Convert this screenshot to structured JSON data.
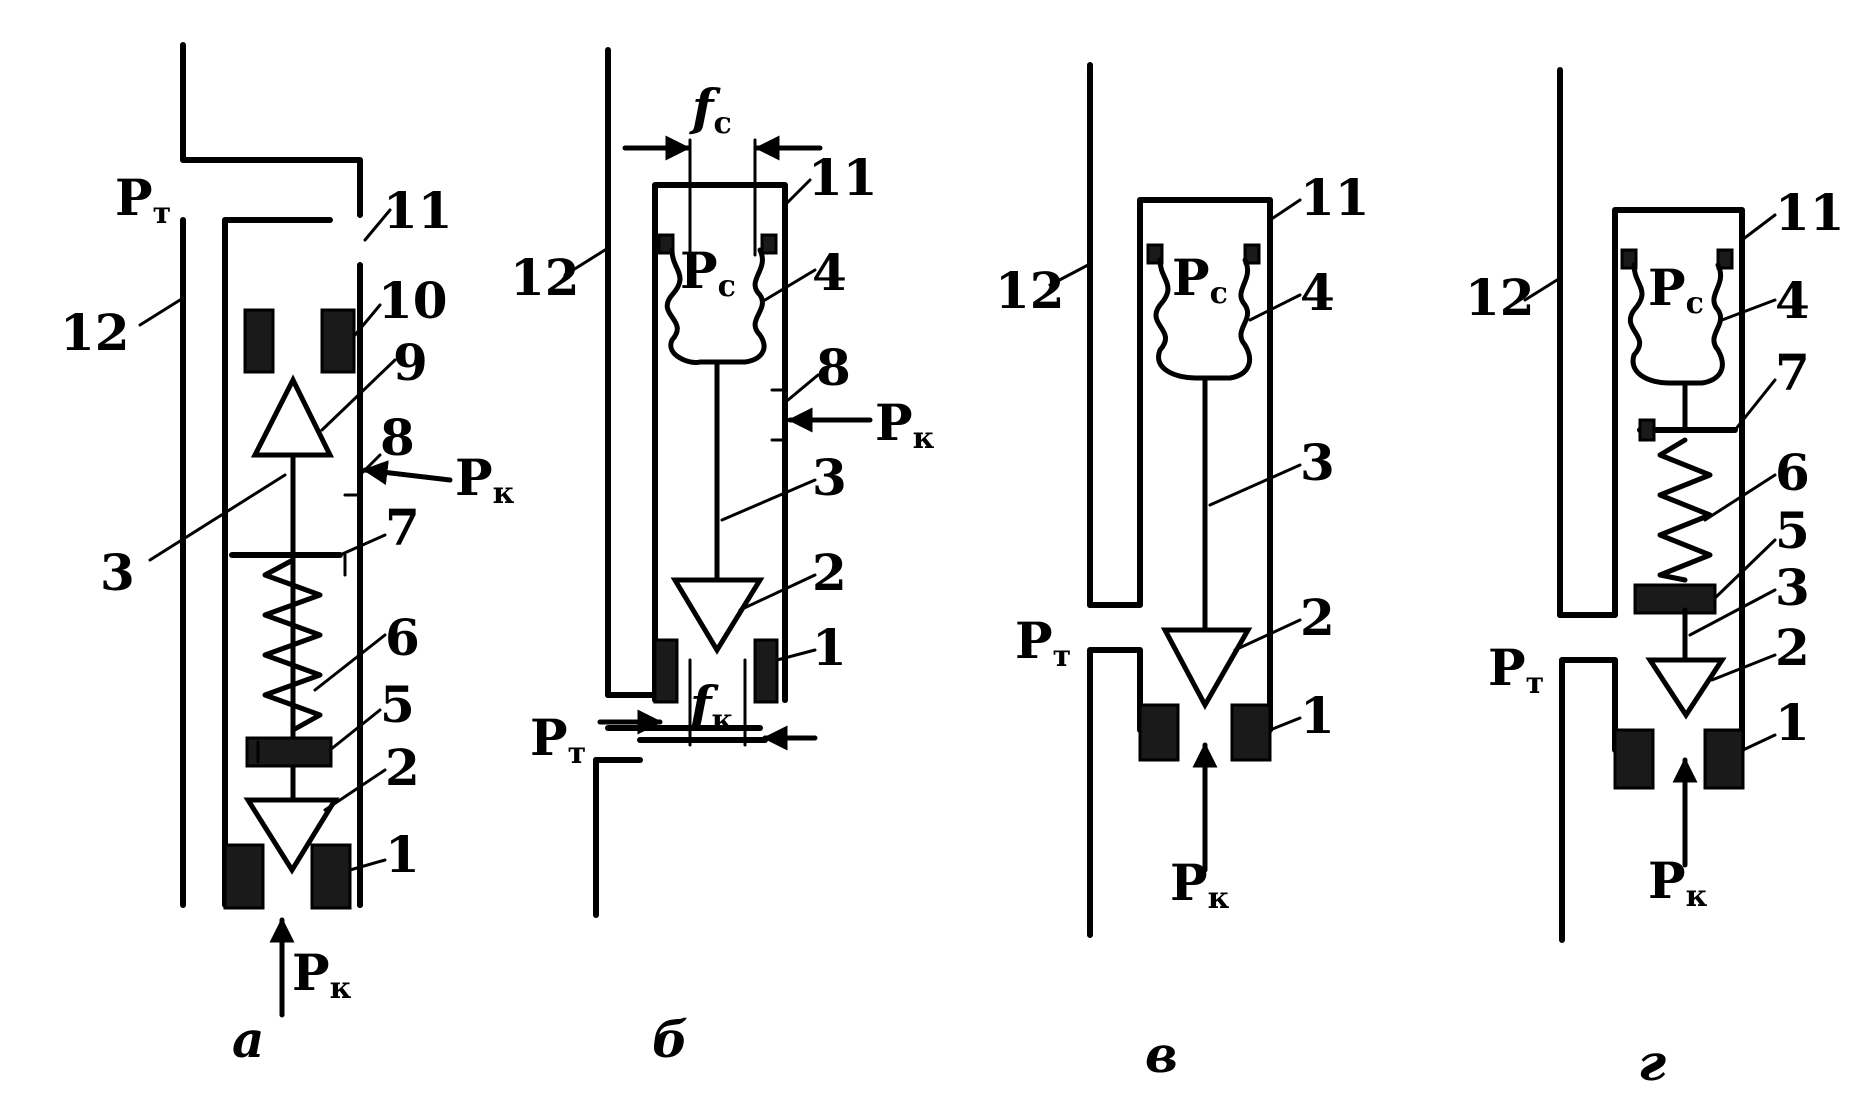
{
  "colors": {
    "ink": "#000000",
    "background": "#ffffff"
  },
  "panels": [
    {
      "caption": "а",
      "numbers": [
        "12",
        "11",
        "10",
        "9",
        "8",
        "3",
        "7",
        "6",
        "5",
        "2",
        "1"
      ],
      "pressures": [
        {
          "main": "P",
          "sub": "т"
        },
        {
          "main": "P",
          "sub": "к"
        },
        {
          "main": "P",
          "sub": "к"
        }
      ]
    },
    {
      "caption": "б",
      "numbers": [
        "12",
        "11",
        "4",
        "8",
        "3",
        "2",
        "1"
      ],
      "pressures": [
        {
          "main": "P",
          "sub": "с"
        },
        {
          "main": "P",
          "sub": "к"
        },
        {
          "main": "P",
          "sub": "т"
        }
      ],
      "areas": [
        {
          "main": "f",
          "sub": "с"
        },
        {
          "main": "f",
          "sub": "к"
        }
      ]
    },
    {
      "caption": "в",
      "numbers": [
        "12",
        "11",
        "4",
        "3",
        "2",
        "1"
      ],
      "pressures": [
        {
          "main": "P",
          "sub": "с"
        },
        {
          "main": "P",
          "sub": "т"
        },
        {
          "main": "P",
          "sub": "к"
        }
      ]
    },
    {
      "caption": "г",
      "numbers": [
        "12",
        "11",
        "4",
        "7",
        "6",
        "5",
        "3",
        "2",
        "1"
      ],
      "pressures": [
        {
          "main": "P",
          "sub": "с"
        },
        {
          "main": "P",
          "sub": "т"
        },
        {
          "main": "P",
          "sub": "к"
        }
      ]
    }
  ]
}
